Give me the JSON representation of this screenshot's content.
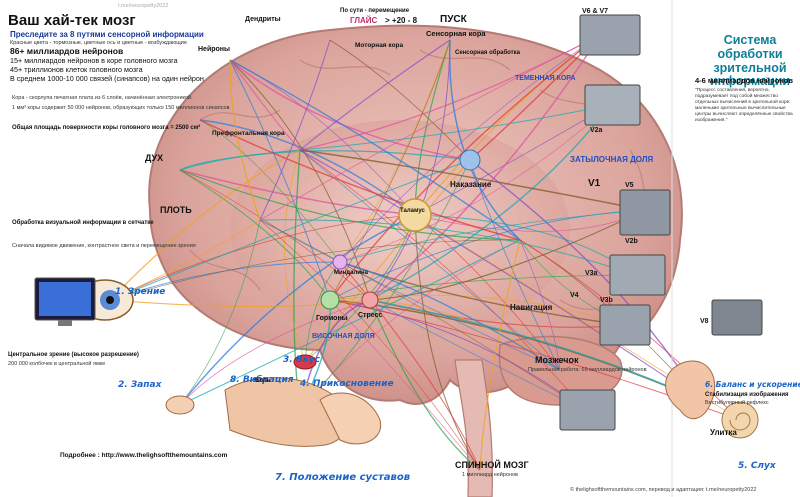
{
  "header": {
    "watermark": "t.me/neuropetty2022",
    "title": "Ваш хай-тек мозг",
    "subtitle": "Преследите за 8 путями сенсорной информации",
    "caption": "Красные цвета - тормозные, цветные ось и цветные - возбуждающие"
  },
  "stats": {
    "neurons_total": "86+ миллиардов нейронов",
    "cortex": "15+ миллиардов нейронов в коре головного мозга",
    "cerebellum": "45+ триллионов клеток головного мозга",
    "synapses": "В среднем 1000-10 000 связей (синапсов) на один нейрон"
  },
  "top_equation": {
    "text1": "По сути - перемещение",
    "formula": "ГЛАЙС",
    "arrow": "> +20 - 8",
    "go": "ПУСК"
  },
  "left_notes": {
    "cortex_note": "Кора - скорлупа печатная плата из 6 слоёв, начинённая электроникой.",
    "one_cube": "1 мм³ коры содержит 50 000 нейронов, образующих только 150 миллионов синапсов",
    "surface": "Общая площадь поверхности коры головного мозга = 2500 см²",
    "visual_processing": "Обработка визуальной информации в сетчатке",
    "mothers_note": "Сначала видимое движение, контрастное света и перемещение зрения"
  },
  "region_labels": {
    "neurons": "Нейроны",
    "dendrites": "Дендриты",
    "sensory_cortex": "Сенсорная кора",
    "sensory_processing": "Сенсорная обработка",
    "motor_cortex": "Моторная кора",
    "parietal": "ТЕМЕННАЯ КОРА",
    "prefrontal": "Префронтальная кора",
    "thalamus": "Таламус",
    "spirit": "ДУХ",
    "flesh": "ПЛОТЬ",
    "punishment": "Наказание",
    "hormones": "Гормоны",
    "stress": "Стресс",
    "temporal": "ВИСОЧНАЯ ДОЛЯ",
    "occipital": "ЗАТЫЛОЧНАЯ ДОЛЯ",
    "navigation": "Навигация",
    "cerebellum": "Мозжечок",
    "cerebellum_note": "Правильная работа: 69 миллиардов нейронов",
    "spinal": "СПИННОЙ МОЗГ",
    "spinal_note": "1 миллиард нейронов",
    "amygdala": "Миндалина"
  },
  "senses": {
    "vision": "1. Зрение",
    "hearing": "2. Запах",
    "taste": "3. Вкус",
    "touch": "4. Прикосновение",
    "vibration": "8. Вибрация",
    "pain": "Боль",
    "balance": "6. Баланс и ускорение",
    "position": "7. Положение суставов",
    "hearing2": "5. Слух",
    "cochlea": "Улитка"
  },
  "right_panel": {
    "title": "Система обработки зрительной информации",
    "count": "4-6 миллиардов нейронов",
    "v1": "V1",
    "v2a": "V2a",
    "v2b": "V2b",
    "v3a": "V3a",
    "v3b": "V3b",
    "v4": "V4",
    "v5": "V5",
    "v6": "V6 & V7",
    "v8": "V8",
    "quote": "\"Процесс составления, вероятно, подразумевает под собой множество отдельных вычислений в зрительной коре: маленькие зрительные вычислительные центры вычисляют определённые свойства изображения.\""
  },
  "bottom": {
    "central_vision": "Центральное зрение (высокое разрешение)",
    "pixels": "200 000 колбочек в центральной ямке",
    "stabilization": "Стабилизация изображения",
    "vestibular": "Вестибулярный рефлекс",
    "credit": "Подробнее : http://www.thelighsoftthemountains.com",
    "copyright": "© thelighsoftthemountains.com, перевод и адаптация: t.me/neuropetty2022"
  },
  "colors": {
    "brain_fill": "#e2b0aa",
    "brain_inner": "#d99f98",
    "title_teal": "#0f7e98",
    "label_blue": "#1a63c8",
    "wire_palette": [
      "#e23b3b",
      "#2b7de0",
      "#2ea34a",
      "#f0a21b",
      "#8a4cc9",
      "#e2509f",
      "#19a8b4",
      "#7a5b2a"
    ]
  }
}
